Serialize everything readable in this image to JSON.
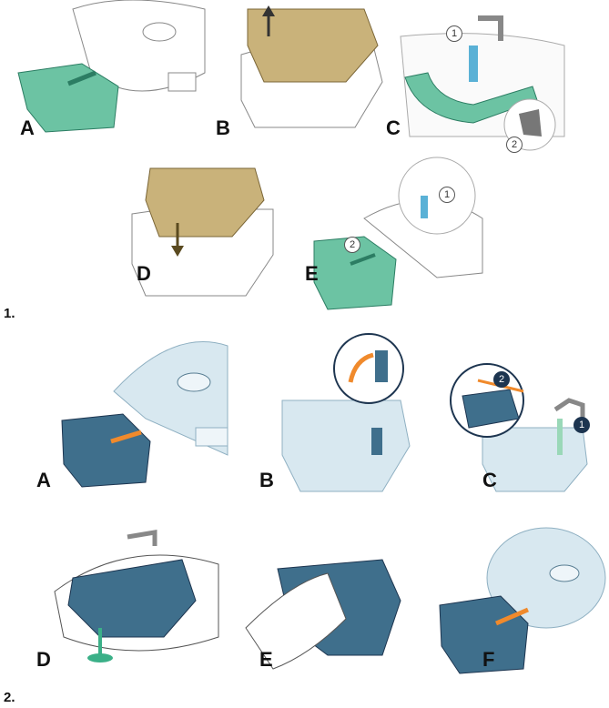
{
  "section1": {
    "number": "1.",
    "steps": [
      {
        "letter": "A"
      },
      {
        "letter": "B"
      },
      {
        "letter": "C",
        "callouts": [
          "1",
          "2"
        ]
      },
      {
        "letter": "D"
      },
      {
        "letter": "E",
        "callouts": [
          "1",
          "2"
        ]
      }
    ]
  },
  "section2": {
    "number": "2.",
    "steps": [
      {
        "letter": "A"
      },
      {
        "letter": "B"
      },
      {
        "letter": "C",
        "callouts": [
          "2",
          "1"
        ]
      },
      {
        "letter": "D"
      },
      {
        "letter": "E"
      },
      {
        "letter": "F"
      }
    ]
  },
  "colors": {
    "green": "#6cc3a3",
    "tan": "#c9b27a",
    "blue_dark": "#3f6f8c",
    "blue_light": "#d8e8f0",
    "arrow_orange": "#f08a2c"
  }
}
